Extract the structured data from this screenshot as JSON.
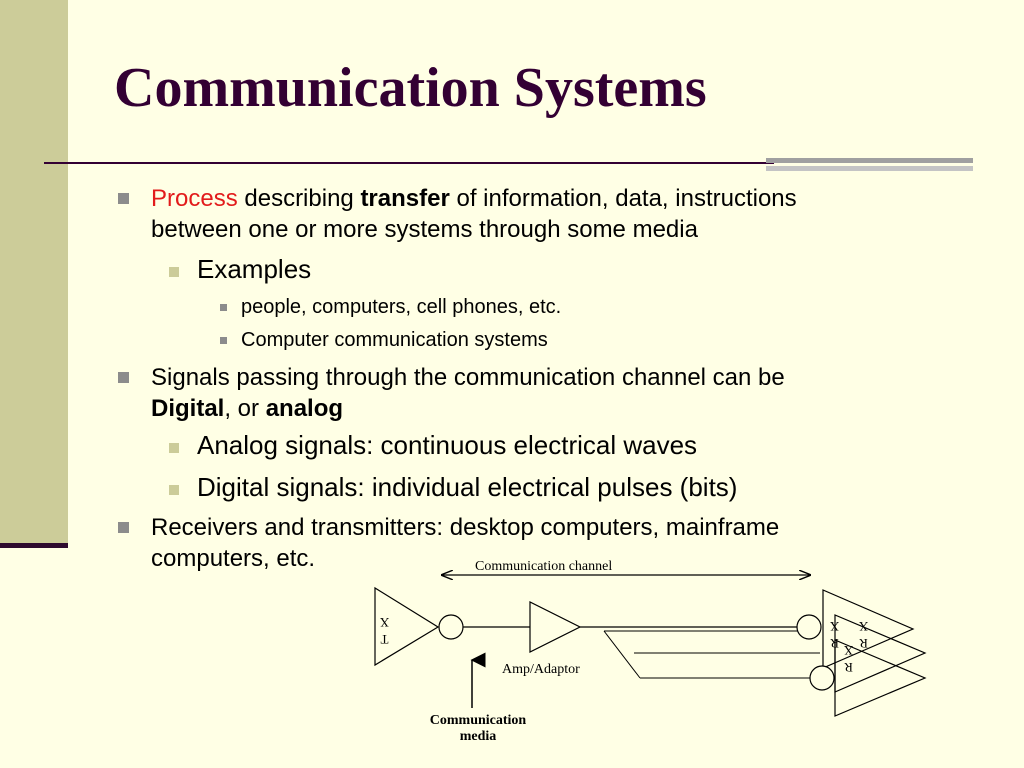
{
  "slide": {
    "title": "Communication Systems"
  },
  "bullets": {
    "b1": {
      "process": "Process",
      "describing": " describing ",
      "transfer": "transfer",
      "rest_line1": " of information, data, instructions",
      "line2": "between one or more systems through some media"
    },
    "b1_sub": {
      "examples": "Examples",
      "item1": "people, computers, cell phones, etc.",
      "item2": "Computer communication systems"
    },
    "b2": {
      "line1": "Signals passing through the communication channel can be",
      "digital": "Digital",
      "or": ", or ",
      "analog": "analog"
    },
    "b2_sub": {
      "item1": "Analog signals: continuous electrical waves",
      "item2": "Digital signals: individual electrical pulses (bits)"
    },
    "b3": {
      "line1": "Receivers and transmitters: desktop computers, mainframe",
      "line2": "computers, etc."
    }
  },
  "diagram": {
    "channel_label": "Communication channel",
    "amp_label": "Amp/Adaptor",
    "media_label_line1": "Communication",
    "media_label_line2": "media",
    "tx_label": "TX",
    "rx_label_1": "RX",
    "rx_label_2": "RX",
    "rx_label_3": "RX"
  },
  "colors": {
    "background": "#FFFFE5",
    "side_band": "#CCCC99",
    "title": "#330033",
    "accent_red": "#E21B1B"
  }
}
